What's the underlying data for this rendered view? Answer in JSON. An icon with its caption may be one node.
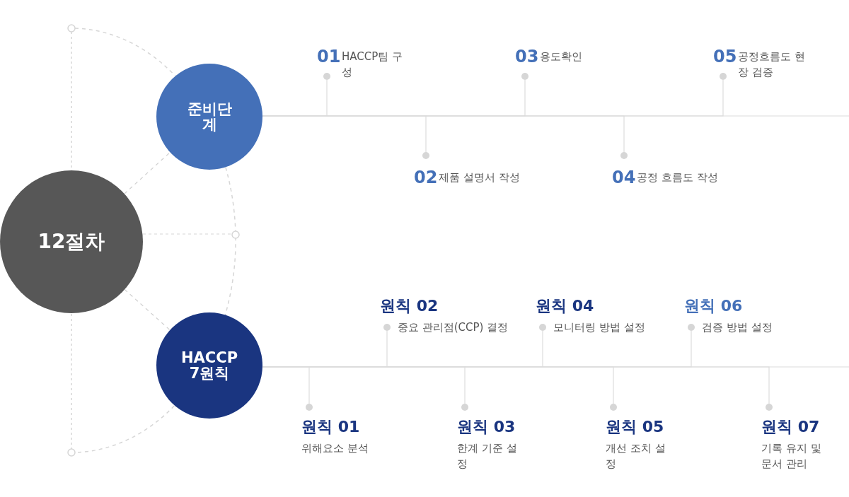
{
  "diagram": {
    "nodes": [
      {
        "text": [
          "12절차"
        ]
      },
      {
        "text": [
          "준비단계"
        ]
      },
      {
        "text": [
          "HACCP 7원칙"
        ]
      },
      {
        "text": [
          "01",
          "HACCP팀 구성"
        ]
      },
      {
        "text": [
          "02",
          "제품 설명서 작성"
        ]
      },
      {
        "text": [
          "03",
          "용도확인"
        ]
      },
      {
        "text": [
          "04",
          "공정 흐름도 작성"
        ]
      },
      {
        "text": [
          "05",
          "공정흐름도 현장 검증"
        ]
      },
      {
        "text": [
          "원칙 01",
          "위해요소 분석"
        ]
      },
      {
        "text": [
          "원칙 02",
          "중요 관리점(CCP) 결정"
        ]
      },
      {
        "text": [
          "원칙 03",
          "한계 기준 설정"
        ]
      },
      {
        "text": [
          "원칙 04",
          "모니터링 방법 설정"
        ]
      },
      {
        "text": [
          "원칙 05",
          "개선 조치 설정"
        ]
      },
      {
        "text": [
          "원칙 06",
          "검증 방법 설정"
        ]
      },
      {
        "text": [
          "원칙 07",
          "기록 유지 및 문서 관리"
        ]
      }
    ],
    "edges": [
      {
        "from": 0,
        "to": 1,
        "arrow": "none",
        "style": "dashed"
      },
      {
        "from": 0,
        "to": 2,
        "arrow": "none",
        "style": "dashed"
      },
      {
        "from": 1,
        "to": 3,
        "arrow": "none"
      },
      {
        "from": 1,
        "to": 4,
        "arrow": "none"
      },
      {
        "from": 1,
        "to": 5,
        "arrow": "none"
      },
      {
        "from": 1,
        "to": 6,
        "arrow": "none"
      },
      {
        "from": 1,
        "to": 7,
        "arrow": "none"
      },
      {
        "from": 2,
        "to": 8,
        "arrow": "none"
      },
      {
        "from": 2,
        "to": 9,
        "arrow": "none"
      },
      {
        "from": 2,
        "to": 10,
        "arrow": "none"
      },
      {
        "from": 2,
        "to": 11,
        "arrow": "none"
      },
      {
        "from": 2,
        "to": 12,
        "arrow": "none"
      },
      {
        "from": 2,
        "to": 13,
        "arrow": "none"
      },
      {
        "from": 2,
        "to": 14,
        "arrow": "none"
      }
    ]
  }
}
